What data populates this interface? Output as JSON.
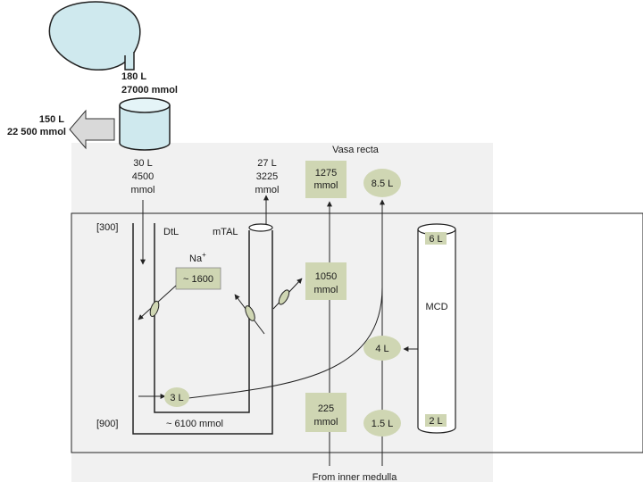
{
  "top": {
    "filtered_volume": "180 L",
    "filtered_amount": "27000 mmol",
    "reabsorbed_volume": "150 L",
    "reabsorbed_amount": "22 500 mmol"
  },
  "dtl_entry": {
    "volume": "30 L",
    "amount_1": "4500",
    "amount_2": "mmol"
  },
  "mtal_exit": {
    "volume": "27 L",
    "amount_1": "3225",
    "amount_2": "mmol"
  },
  "vasa_recta": {
    "title": "Vasa recta",
    "top_box": [
      "1275",
      "mmol"
    ],
    "mid_box": [
      "1050",
      "mmol"
    ],
    "bottom_box": [
      "225",
      "mmol"
    ],
    "footer": "From inner medulla"
  },
  "water_flows": {
    "vr_top": "8.5 L",
    "middle": "4 L",
    "vr_bottom": "1.5 L",
    "loop": "3 L"
  },
  "osmolality": {
    "top": "[300]",
    "bottom": "[900]"
  },
  "loop": {
    "dtl_label": "DtL",
    "mtal_label": "mTAL",
    "na_label": "Na",
    "na_superscript": "+",
    "na_box": "~ 1600",
    "bottom_amount": "~ 6100 mmol"
  },
  "mcd": {
    "label": "MCD",
    "top": "6 L",
    "bottom": "2 L"
  },
  "colors": {
    "fill_light_blue": "#cfe9ee",
    "fill_green": "#cfd6b3",
    "outline": "#222222",
    "arrow_grey": "#d9d9d9",
    "panel_bg": "#f1f1f1"
  }
}
